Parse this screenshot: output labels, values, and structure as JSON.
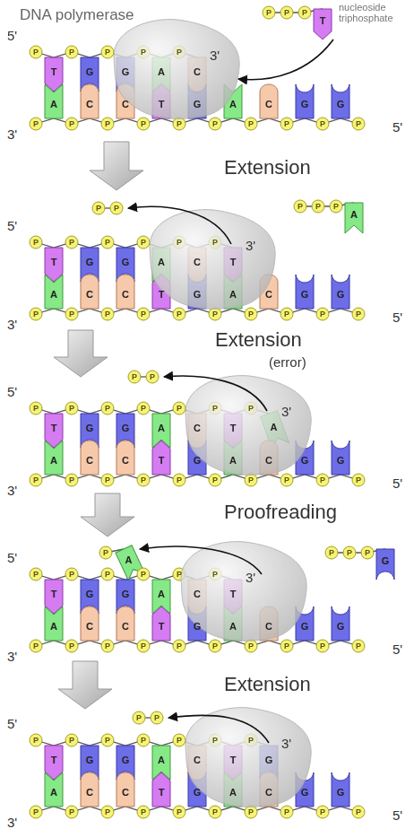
{
  "diagram": {
    "labels": [
      "DNA polymerase",
      "nucleoside triphosphate",
      "P",
      "P",
      "P",
      "T",
      "5'",
      "3'",
      "3'",
      "5'",
      "P",
      "T",
      "P",
      "G",
      "P",
      "G",
      "P",
      "A",
      "P",
      "C",
      "P",
      "A",
      "P",
      "C",
      "P",
      "C",
      "P",
      "T",
      "P",
      "G",
      "P",
      "A",
      "P",
      "C",
      "P",
      "G",
      "P",
      "G",
      "P",
      "Extension",
      "P",
      "P",
      "P",
      "P",
      "P",
      "A",
      "5'",
      "3'",
      "3'",
      "5'",
      "P",
      "T",
      "P",
      "G",
      "P",
      "G",
      "P",
      "A",
      "P",
      "C",
      "P",
      "T",
      "P",
      "A",
      "P",
      "C",
      "P",
      "C",
      "P",
      "T",
      "P",
      "G",
      "P",
      "A",
      "P",
      "C",
      "P",
      "G",
      "P",
      "G",
      "P",
      "Extension",
      "(error)",
      "P",
      "P",
      "5'",
      "3'",
      "3'",
      "5'",
      "P",
      "T",
      "P",
      "G",
      "P",
      "G",
      "P",
      "A",
      "P",
      "C",
      "P",
      "T",
      "P",
      "A",
      "P",
      "A",
      "P",
      "C",
      "P",
      "C",
      "P",
      "T",
      "P",
      "G",
      "P",
      "A",
      "P",
      "C",
      "P",
      "G",
      "P",
      "G",
      "P",
      "Proofreading",
      "P",
      "A",
      "P",
      "P",
      "P",
      "G",
      "5'",
      "3'",
      "3'",
      "5'",
      "P",
      "T",
      "P",
      "G",
      "P",
      "G",
      "P",
      "A",
      "P",
      "C",
      "P",
      "T",
      "P",
      "A",
      "P",
      "C",
      "P",
      "C",
      "P",
      "T",
      "P",
      "G",
      "P",
      "A",
      "P",
      "C",
      "P",
      "G",
      "P",
      "G",
      "P",
      "Extension",
      "P",
      "P",
      "5'",
      "3'",
      "3'",
      "5'",
      "P",
      "T",
      "P",
      "G",
      "P",
      "G",
      "P",
      "A",
      "P",
      "C",
      "P",
      "T",
      "P",
      "G",
      "P",
      "A",
      "P",
      "C",
      "P",
      "C",
      "P",
      "T",
      "P",
      "G",
      "P",
      "A",
      "P",
      "C",
      "P",
      "G",
      "P",
      "G",
      "P"
    ]
  }
}
